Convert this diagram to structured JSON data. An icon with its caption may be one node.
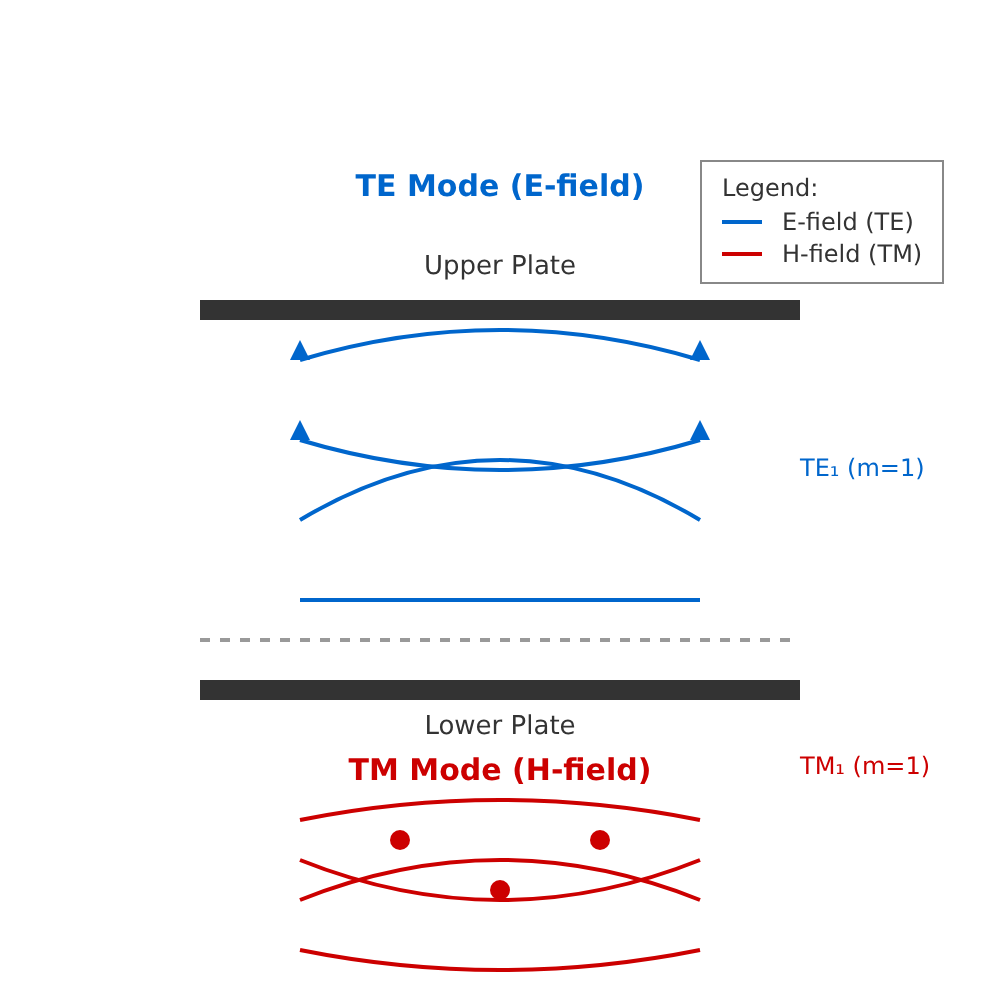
{
  "diagram": {
    "title": "TE Mode (E-field)",
    "labels": [
      "Upper Plate",
      "TE₁ (m=1)",
      "Lower Plate",
      "TM Mode (H-field)",
      "TM₁ (m=1)",
      "Legend:"
    ],
    "legend": [
      {
        "text": "E-field (TE)",
        "color": "#0066cc"
      },
      {
        "text": "H-field (TM)",
        "color": "#cc0000"
      }
    ]
  }
}
